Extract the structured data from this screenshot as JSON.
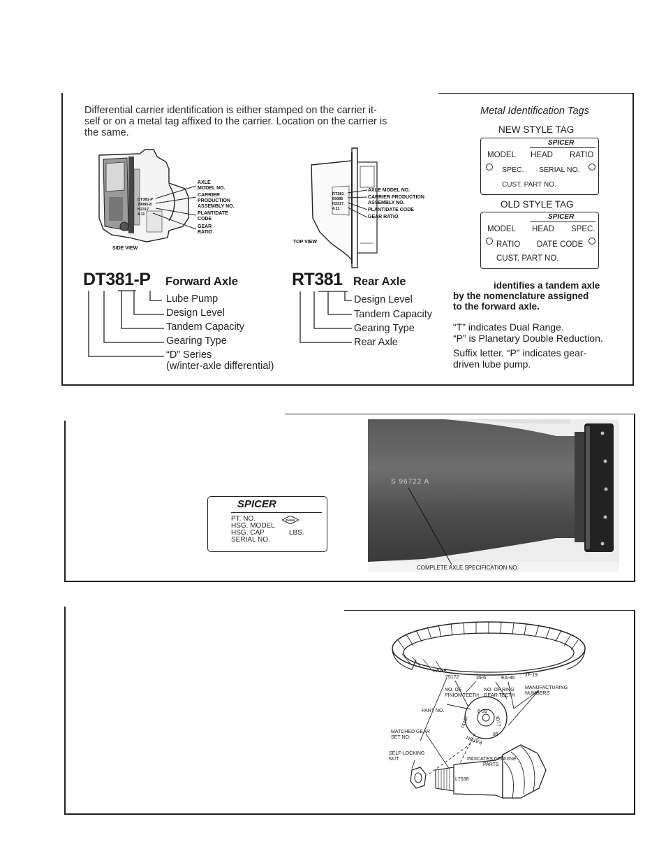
{
  "section1": {
    "intro_lines": [
      "Differential carrier identification is either stamped on the carrier it-",
      "self or on a metal tag affixed to the carrier. Location on the carrier is",
      "the same."
    ],
    "side_view": {
      "caption": "SIDE VIEW",
      "callouts": [
        "AXLE",
        "MODEL NO.",
        "CARRIER",
        "PRODUCTION",
        "ASSEMBLY NO.",
        "PLANT/DATE",
        "CODE",
        "GEAR",
        "RATIO"
      ],
      "stamp_lines": [
        "DT381-P",
        "79085-8",
        "H2317",
        "4.11"
      ]
    },
    "top_view": {
      "caption": "TOP VIEW",
      "callouts": [
        "AXLE MODEL NO.",
        "CARRIER PRODUCTION",
        "ASSEMBLY NO.",
        "PLANT/DATE CODE",
        "GEAR RATIO"
      ],
      "stamp_lines": [
        "RT381",
        "69085",
        "H2317",
        "4.11"
      ]
    },
    "forward": {
      "model": "DT381-P",
      "name": "Forward Axle",
      "legend": [
        "Lube Pump",
        "Design Level",
        "Tandem Capacity",
        "Gearing Type",
        "“D” Series",
        "(w/inter-axle differential)"
      ]
    },
    "rear": {
      "model": "RT381",
      "name": "Rear Axle",
      "legend": [
        "Design Level",
        "Tandem Capacity",
        "Gearing Type",
        "Rear Axle"
      ]
    },
    "tags": {
      "title": "Metal Identification Tags",
      "new_label": "NEW STYLE TAG",
      "old_label": "OLD STYLE TAG",
      "brand": "SPICER",
      "new_fields": [
        "MODEL",
        "HEAD",
        "RATIO",
        "SPEC.",
        "SERIAL NO.",
        "CUST. PART NO."
      ],
      "old_fields": [
        "MODEL",
        "HEAD",
        "SPEC.",
        "RATIO",
        "DATE CODE",
        "CUST. PART NO."
      ]
    },
    "notes": {
      "bold_lines": [
        "identifies a tandem axle",
        "by the nomenclature assigned",
        "to the forward axle."
      ],
      "dual_range": "“T” indicates Dual Range.",
      "planetary": "“P” is Planetary Double Reduction.",
      "suffix_lines": [
        "Suffix letter. “P” indicates gear-",
        "driven lube pump."
      ]
    }
  },
  "section2": {
    "tag": {
      "brand": "SPICER",
      "fields": [
        "PT. NO.",
        "HSG. MODEL",
        "HSG. CAP",
        "SERIAL NO."
      ],
      "lbs": "LBS.",
      "logo_text": "DANA"
    },
    "stamp": "S 96722 A",
    "caption": "COMPLETE AXLE SPECIFICATION NO."
  },
  "section3": {
    "ring_numbers": [
      "L7038",
      "75172",
      "39-6",
      "EA-86",
      "JF-19"
    ],
    "labels": {
      "pinion_teeth": [
        "NO. OF",
        "PINION TEETH"
      ],
      "ring_teeth": [
        "NO. OF RING",
        "GEAR TEETH"
      ],
      "manufacturing": [
        "MANUFACTURING",
        "NUMBERS"
      ],
      "part_no": "PART NO.",
      "matched": [
        "MATCHED GEAR",
        "SET NO."
      ],
      "self_locking": [
        "SELF-LOCKING",
        "NUT"
      ],
      "genuine": [
        "INDICATES GENUINE",
        "PARTS"
      ]
    },
    "pinion_face": [
      "6-39",
      "74157",
      "JD77",
      "86",
      "EATON"
    ],
    "pinion_shaft": "L7038"
  }
}
